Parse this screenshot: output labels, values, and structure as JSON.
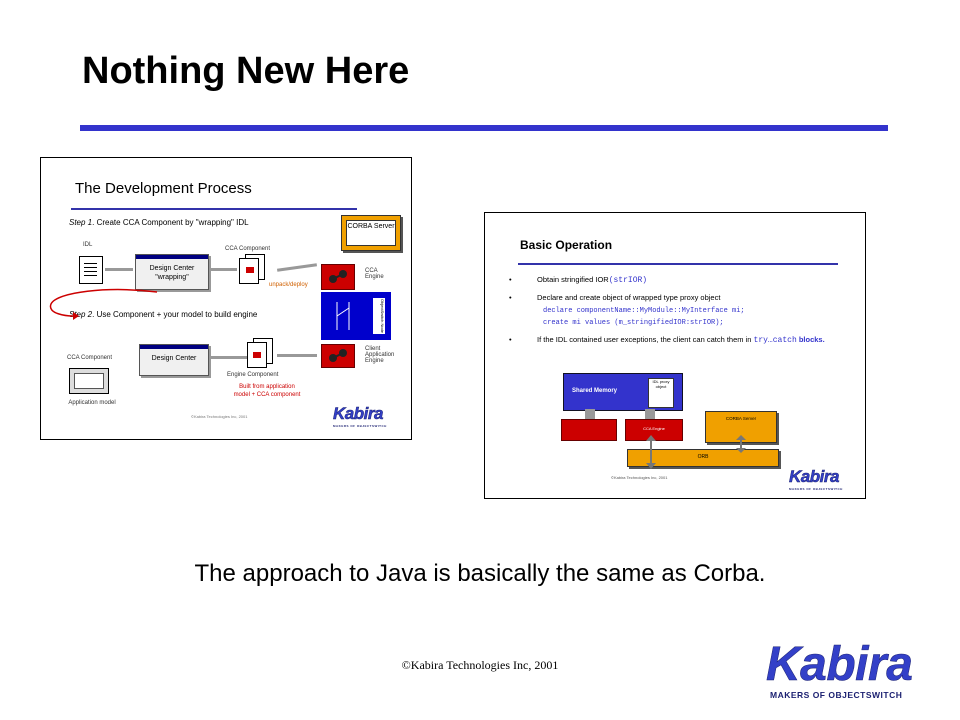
{
  "slide": {
    "title": "Nothing New Here",
    "subtitle": "The approach to Java is basically the same as Corba.",
    "footer": "©Kabira Technologies Inc, 2001",
    "accent_color": "#3333cc"
  },
  "logo": {
    "word": "Kabira",
    "tagline": "MAKERS OF OBJECTSWITCH"
  },
  "left_thumb": {
    "title": "The Development Process",
    "step1_prefix": "Step 1",
    "step1_text": ". Create CCA Component by \"wrapping\" IDL",
    "step2_prefix": "Step 2",
    "step2_text": ". Use Component + your model to build engine",
    "idl_label": "IDL",
    "cca_component_top": "CCA Component",
    "design_center_wrapping": "Design Center \"wrapping\"",
    "corba_server": "CORBA Server",
    "unpack_deploy": "unpack/deploy",
    "cca_engine": "CCA Engine",
    "object_switch_node": "ObjectSwitch Node",
    "cca_component_bottom": "CCA Component",
    "design_center": "Design Center",
    "engine_component": "Engine Component",
    "built_from_line1": "Built from application",
    "built_from_line2": "model + CCA component",
    "client_app_engine": "Client Application Engine",
    "application_model": "Application model",
    "copyright": "©Kabira Technologies Inc, 2001"
  },
  "right_thumb": {
    "title": "Basic Operation",
    "bullet1_text": "Obtain stringified IOR",
    "bullet1_code": "(strIOR)",
    "bullet2_text": "Declare and create object of wrapped type proxy object",
    "code_line1": "declare componentName::MyModule::MyInterface mi;",
    "code_line2": "create mi values (m_stringifiedIOR:strIOR);",
    "bullet3_text": "If the IDL contained user exceptions, the client can catch them in",
    "bullet3_code": "try…catch",
    "bullet3_tail": "blocks.",
    "shared_memory": "Shared Memory",
    "idl_proxy_object": "IDL proxy object",
    "cca_engine": "CCA Engine",
    "corba_server": "CORBA Server",
    "orb": "ORB",
    "copyright": "©Kabira Technologies Inc, 2001"
  }
}
